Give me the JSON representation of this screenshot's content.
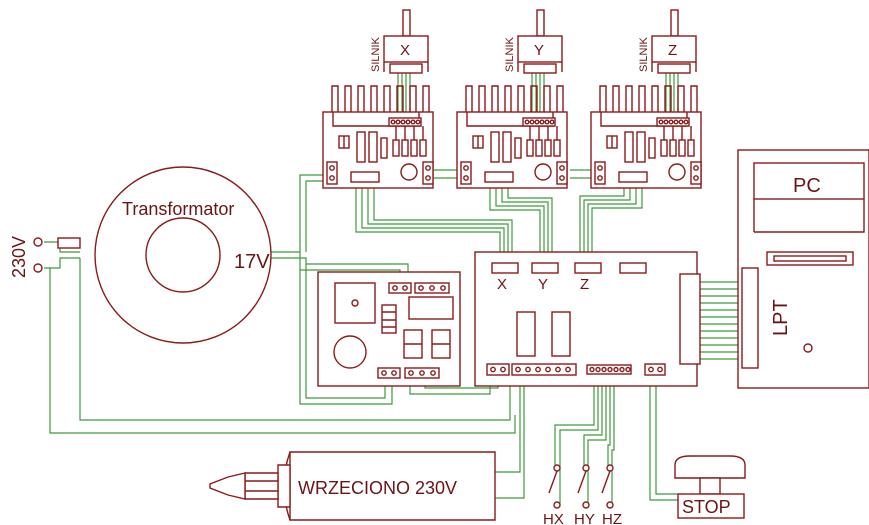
{
  "labels": {
    "transformer": "Transformator",
    "voltage_in": "230V",
    "voltage_out": "17V",
    "pc": "PC",
    "lpt": "LPT",
    "spindle": "WRZECIONO 230V",
    "stop": "STOP"
  },
  "motors": [
    {
      "axis": "X",
      "tag": "SILNIK"
    },
    {
      "axis": "Y",
      "tag": "SILNIK"
    },
    {
      "axis": "Z",
      "tag": "SILNIK"
    }
  ],
  "board_ports": [
    "X",
    "Y",
    "Z"
  ],
  "limit_switches": [
    "HX",
    "HY",
    "HZ"
  ],
  "colors": {
    "component": "#8b1a1a",
    "wire": "#3c9a3c",
    "background": "#ffffff"
  }
}
